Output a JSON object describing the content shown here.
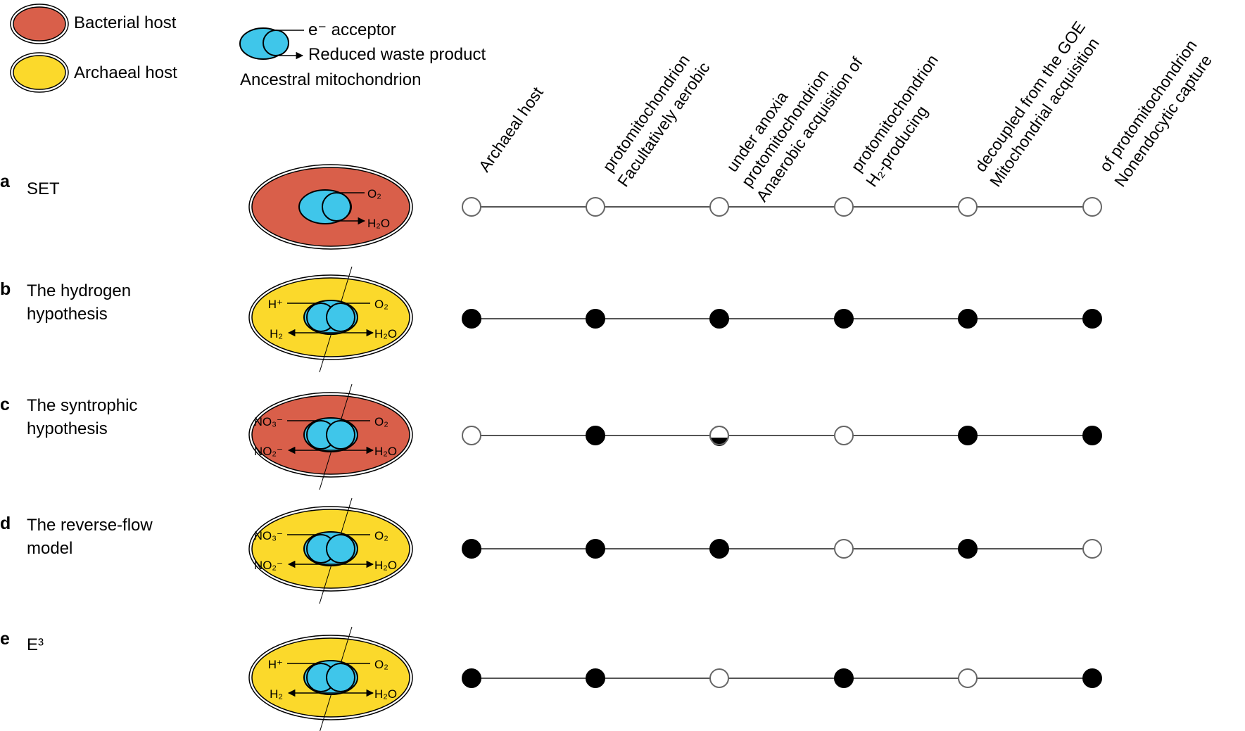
{
  "legend": {
    "bacterial_host": "Bacterial host",
    "archaeal_host": "Archaeal host",
    "e_acceptor": "e⁻ acceptor",
    "reduced_waste": "Reduced waste product",
    "ancestral_mito": "Ancestral mitochondrion"
  },
  "columns": [
    [
      "Archaeal host"
    ],
    [
      "Facultatively aerobic",
      "protomitochondrion"
    ],
    [
      "Anaerobic acquisition of",
      "protomitochondrion",
      "under anoxia"
    ],
    [
      "H₂-producing",
      "protomitochondrion"
    ],
    [
      "Mitochondrial acquisition",
      "decoupled from the GOE"
    ],
    [
      "Nonendocytic capture",
      "of protomitochondrion"
    ]
  ],
  "rows": [
    {
      "letter": "a",
      "label": [
        "SET"
      ],
      "host": "bacterial",
      "left_top": "",
      "left_bottom": "",
      "right_top": "O₂",
      "right_bottom": "H₂O",
      "values": [
        "open",
        "open",
        "open",
        "open",
        "open",
        "open"
      ]
    },
    {
      "letter": "b",
      "label": [
        "The hydrogen",
        "hypothesis"
      ],
      "host": "archaeal",
      "left_top": "H⁺",
      "left_bottom": "H₂",
      "right_top": "O₂",
      "right_bottom": "H₂O",
      "values": [
        "filled",
        "filled",
        "filled",
        "filled",
        "filled",
        "filled"
      ]
    },
    {
      "letter": "c",
      "label": [
        "The syntrophic",
        "hypothesis"
      ],
      "host": "bacterial",
      "left_top": "NO₃⁻",
      "left_bottom": "NO₂⁻",
      "right_top": "O₂",
      "right_bottom": "H₂O",
      "values": [
        "open",
        "filled",
        "half",
        "open",
        "filled",
        "filled"
      ]
    },
    {
      "letter": "d",
      "label": [
        "The reverse-flow",
        "model"
      ],
      "host": "archaeal",
      "left_top": "NO₃⁻",
      "left_bottom": "NO₂⁻",
      "right_top": "O₂",
      "right_bottom": "H₂O",
      "values": [
        "filled",
        "filled",
        "filled",
        "open",
        "filled",
        "open"
      ]
    },
    {
      "letter": "e",
      "label": [
        "E³"
      ],
      "host": "archaeal",
      "left_top": "H⁺",
      "left_bottom": "H₂",
      "right_top": "O₂",
      "right_bottom": "H₂O",
      "values": [
        "filled",
        "filled",
        "open",
        "filled",
        "open",
        "filled"
      ]
    }
  ],
  "colors": {
    "bacterial": "#d95f4a",
    "archaeal": "#fbd92b",
    "mitochondrion": "#3fc6ea",
    "line": "#555555"
  }
}
